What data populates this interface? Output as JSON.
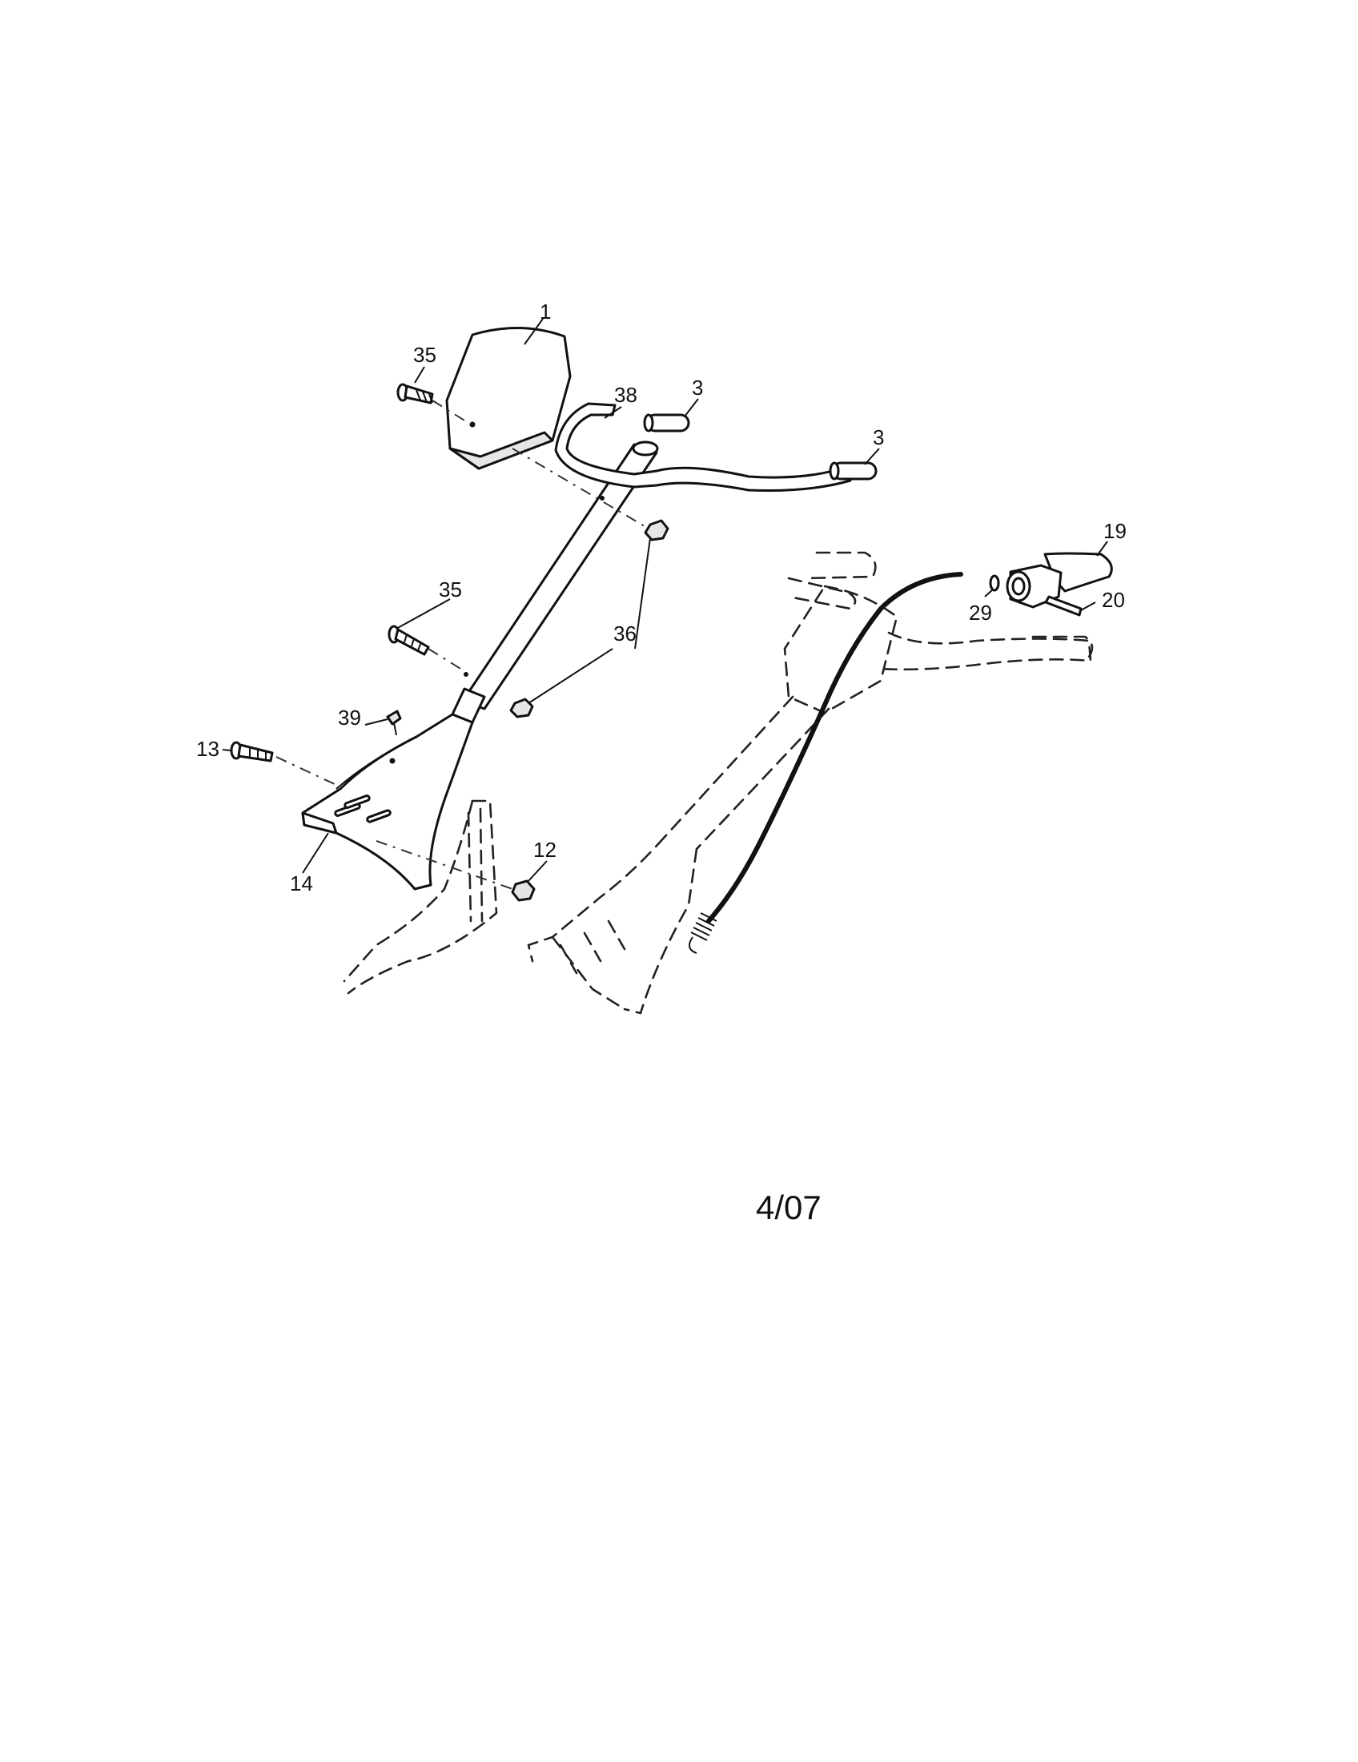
{
  "callouts": {
    "c1": "1",
    "c35a": "35",
    "c38": "38",
    "c3a": "3",
    "c3b": "3",
    "c35b": "35",
    "c36": "36",
    "c39": "39",
    "c13": "13",
    "c14": "14",
    "c12": "12",
    "c19": "19",
    "c29": "29",
    "c20": "20"
  },
  "footer_date": "4/07"
}
